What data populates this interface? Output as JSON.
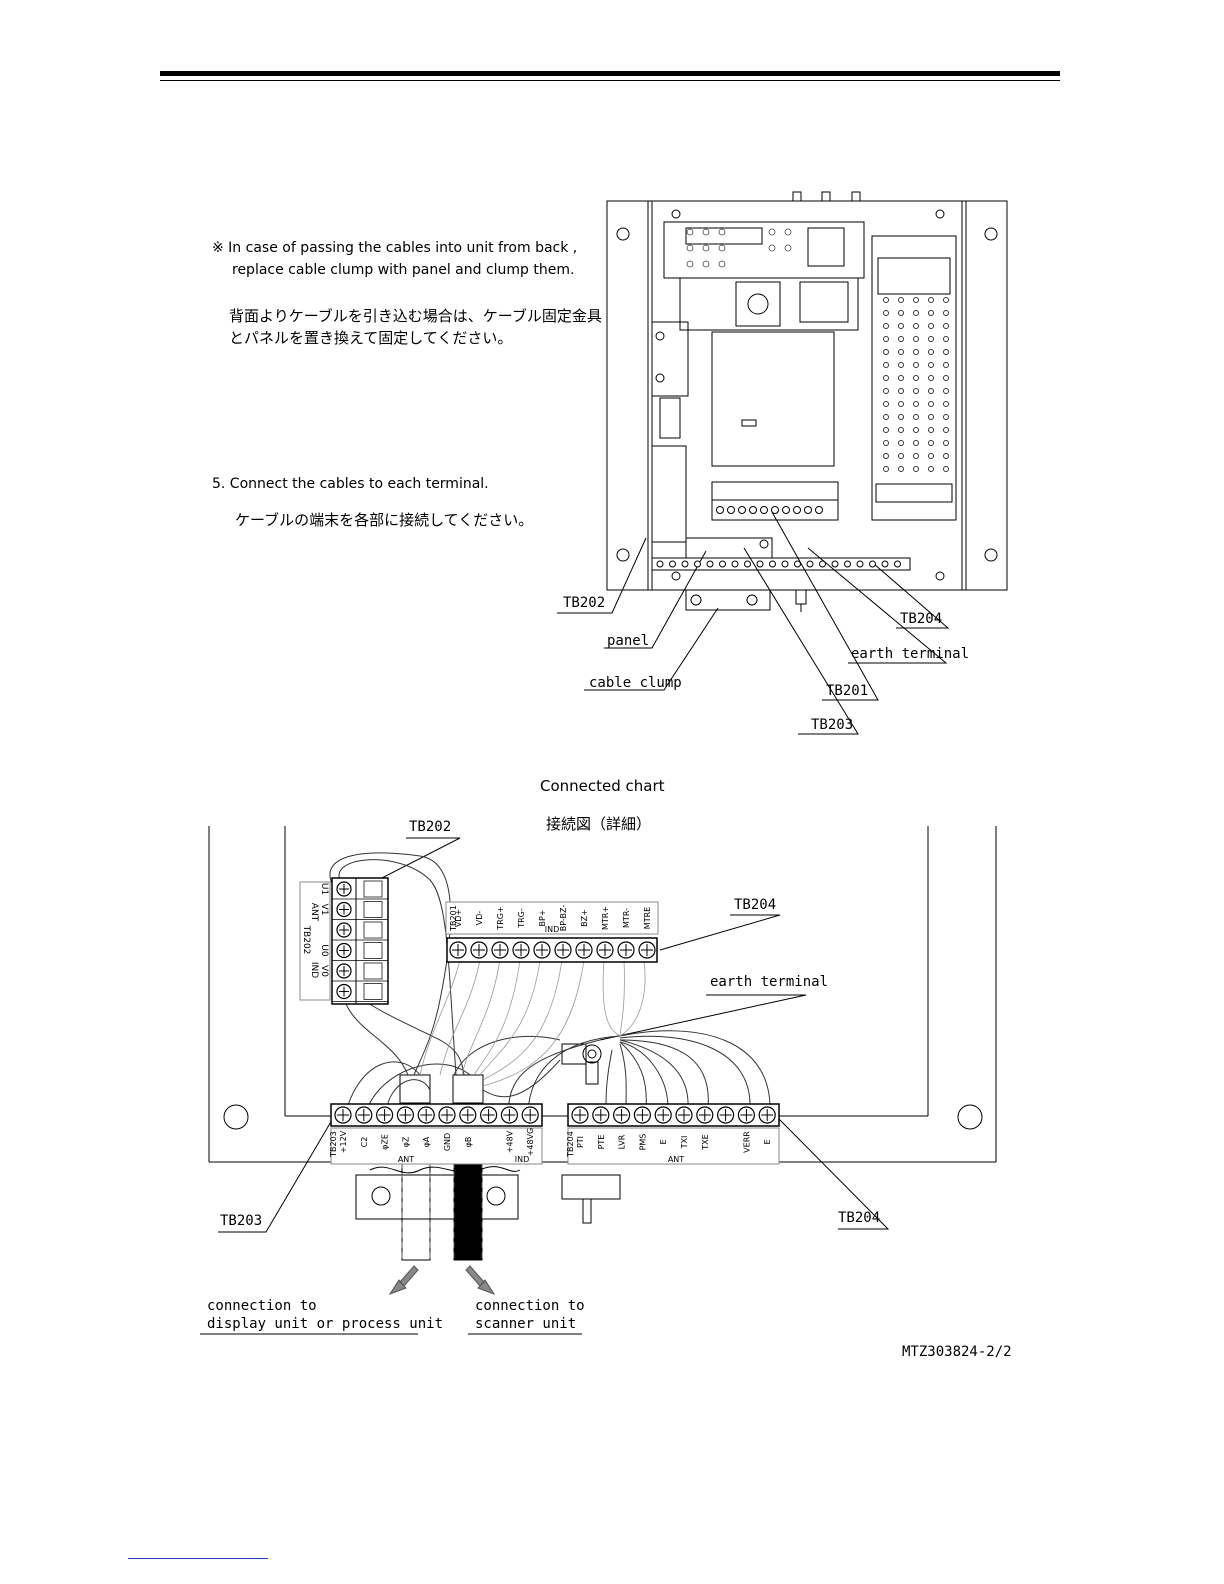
{
  "notes": {
    "back_entry_en_line1": "※ In case of passing the cables into unit from back ,",
    "back_entry_en_line2": "replace cable clump with panel and clump them.",
    "back_entry_jp_line1": "背面よりケーブルを引き込む場合は、ケーブル固定金具",
    "back_entry_jp_line2": "とパネルを置き換えて固定してください。",
    "step5_en": "5. Connect  the cables to each terminal.",
    "step5_jp": "ケーブルの端末を各部に接続してください。"
  },
  "top_callouts": {
    "tb202": "TB202",
    "panel": "panel",
    "cable_clump": "cable clump",
    "tb204": "TB204",
    "earth_terminal": "earth terminal",
    "tb201": "TB201",
    "tb203": "TB203"
  },
  "chart": {
    "title_en": "Connected chart",
    "title_jp": "接続図（詳細）"
  },
  "bottom_callouts": {
    "tb202": "TB202",
    "tb204_upper": "TB204",
    "earth_terminal": "earth terminal",
    "tb203": "TB203",
    "tb204_lower": "TB204"
  },
  "connections": {
    "display_line1": "connection to",
    "display_line2": "display unit or process unit",
    "scanner_line1": "connection to",
    "scanner_line2": "scanner unit"
  },
  "terminals": {
    "tb202_name": "TB202",
    "tb202_groups": [
      "ANT",
      "IND"
    ],
    "tb202_labels": [
      "U1",
      "V1",
      "",
      "U0",
      "V0",
      ""
    ],
    "tb201_name": "TB201",
    "tb201_group": "IND",
    "tb201_labels": [
      "VD+",
      "VD-",
      "TRG+",
      "TRG-",
      "BP+",
      "BP-BZ-",
      "BZ+",
      "MTR+",
      "MTR-",
      "MTRE"
    ],
    "tb203_name": "TB203",
    "tb203_groups": [
      "ANT",
      "IND"
    ],
    "tb203_labels": [
      "+12V",
      "C2",
      "φZE",
      "φZ",
      "φA",
      "GND",
      "φB",
      "",
      "+48V",
      "+48VG"
    ],
    "tb204_name": "TB204",
    "tb204_group": "ANT",
    "tb204_labels": [
      "PTI",
      "PTE",
      "LVR",
      "PMS",
      "E",
      "TXI",
      "TXE",
      "",
      "VERR",
      "E"
    ]
  },
  "drawing_number": "MTZ303824-2/2"
}
